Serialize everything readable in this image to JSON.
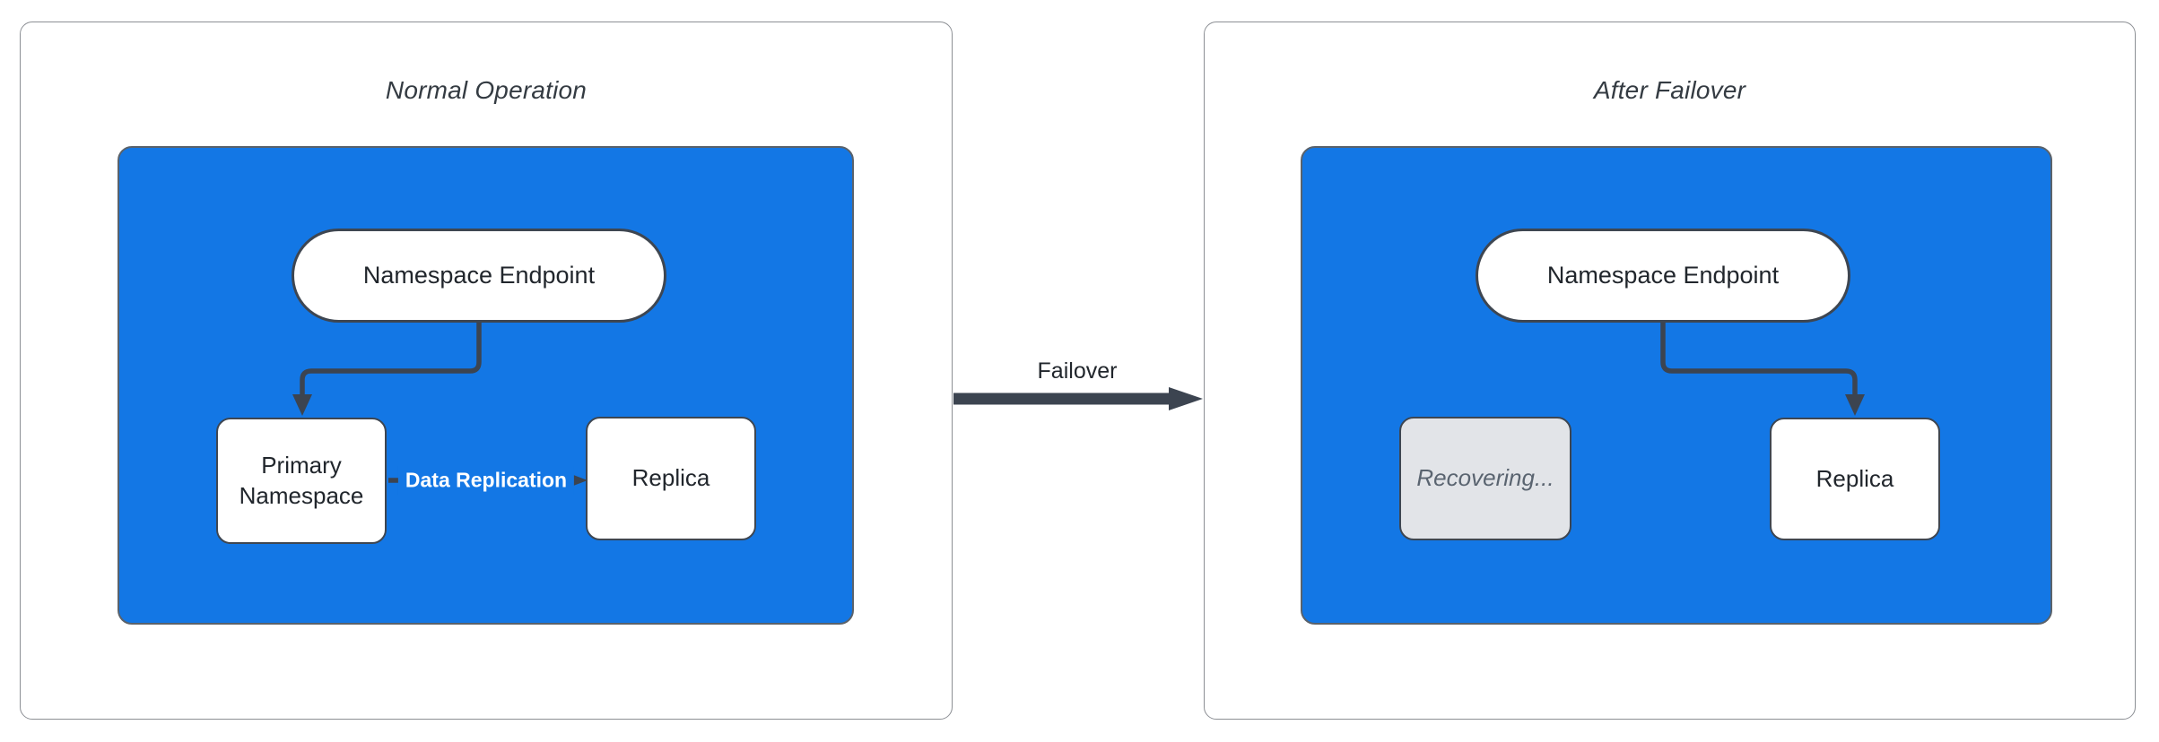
{
  "colors": {
    "blue": "#1377E5",
    "dark": "#3C4450",
    "node_border": "#3E4651",
    "panel_border": "#8C8F94",
    "node_text": "#21262C",
    "title_text": "#343B42",
    "recovering_fill": "#E2E4E8",
    "recovering_text": "#5A6470",
    "edge_label_text": "#FFFFFF",
    "background": "#FFFFFF"
  },
  "left_panel": {
    "title": "Normal Operation",
    "endpoint_label": "Namespace Endpoint",
    "primary_label": "Primary Namespace",
    "replica_label": "Replica",
    "replication_label": "Data Replication"
  },
  "failover": {
    "label": "Failover"
  },
  "right_panel": {
    "title": "After Failover",
    "endpoint_label": "Namespace Endpoint",
    "recovering_label": "Recovering...",
    "replica_label": "Replica"
  }
}
